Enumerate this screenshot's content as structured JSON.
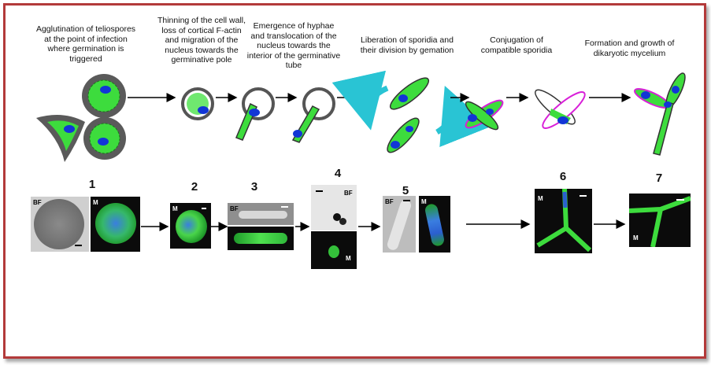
{
  "captions": [
    "Agglutination of teliospores at the point of infection where germination is triggered",
    "Thinning of the cell wall, loss of cortical F-actin and migration of the nucleus towards the germinative pole",
    "Emergence of hyphae and translocation of the nucleus towards the interior of the germinative tube",
    "Liberation of sporidia and their division by gemation",
    "Conjugation of compatible sporidia",
    "Formation and growth of dikaryotic mycelium"
  ],
  "step_numbers": [
    "1",
    "2",
    "3",
    "4",
    "5",
    "6",
    "7"
  ],
  "panel_labels": {
    "bf": "BF",
    "m": "M"
  },
  "colors": {
    "frame": "#b33a3a",
    "cytoplasm": "#3ddc3d",
    "nucleus": "#1236d6",
    "cell_wall": "#555555",
    "cyan_arrow": "#29c4d4",
    "magenta": "#d81fd8",
    "micrograph_dark": "#0b0b0b"
  }
}
